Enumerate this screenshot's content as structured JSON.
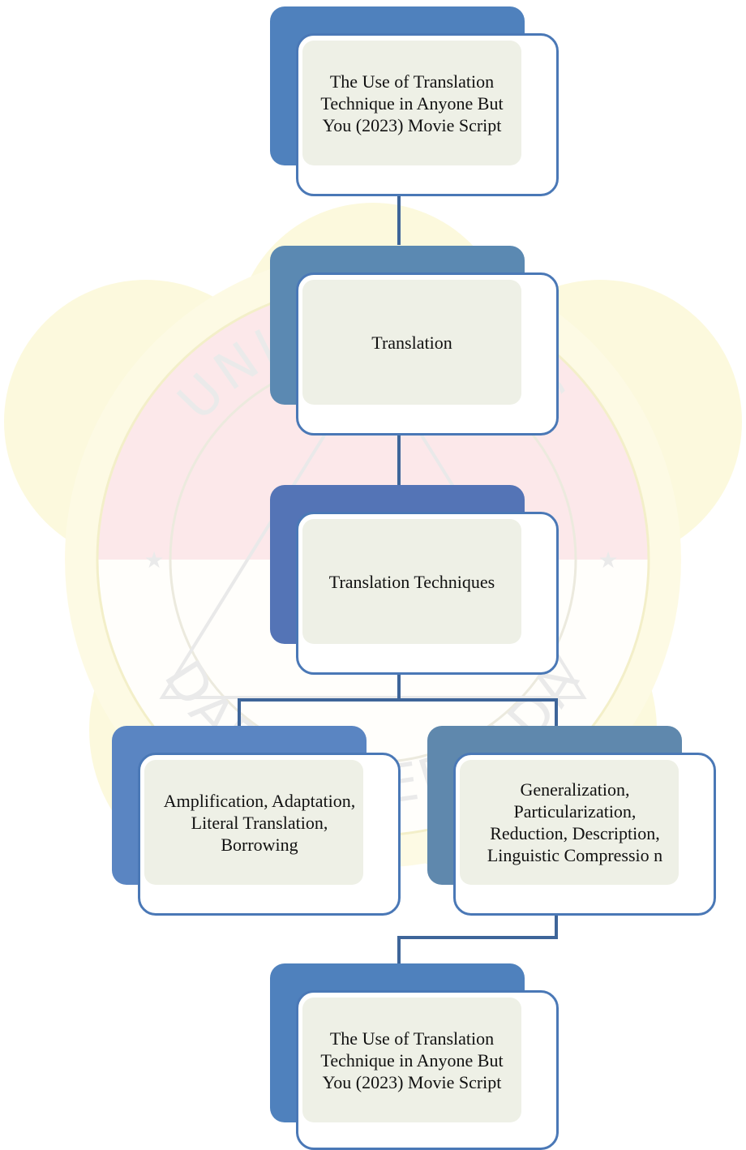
{
  "colors": {
    "box_border": "#4a78b6",
    "box_fill": "#eef0e6",
    "connector": "#3e6599",
    "back_panels": [
      "#4f81bd",
      "#5b89b2",
      "#5474b6",
      "#5a85c2",
      "#5f88ad",
      "#4f81bd"
    ]
  },
  "diagram": {
    "nodes": [
      {
        "id": "title-top",
        "text": "The Use of Translation\nTechnique in Anyone But\nYou (2023) Movie Script"
      },
      {
        "id": "translation",
        "text": "Translation"
      },
      {
        "id": "translation-techniques",
        "text": "Translation Techniques"
      },
      {
        "id": "techniques-left",
        "text": "Amplification, Adaptation,\nLiteral Translation,\nBorrowing"
      },
      {
        "id": "techniques-right",
        "text": "Generalization,\nParticularization,\nReduction, Description,\nLinguistic Compressio n"
      },
      {
        "id": "title-bottom",
        "text": "The Use of Translation\nTechnique in Anyone But\nYou (2023) Movie Script"
      }
    ],
    "edges": [
      {
        "from": "title-top",
        "to": "translation"
      },
      {
        "from": "translation",
        "to": "translation-techniques"
      },
      {
        "from": "translation-techniques",
        "to": "techniques-left"
      },
      {
        "from": "translation-techniques",
        "to": "techniques-right"
      },
      {
        "from": "techniques-right",
        "to": "title-bottom"
      }
    ]
  },
  "watermark": {
    "lettering": [
      "UNIVERSITAS",
      "DARMA PERSADA"
    ]
  }
}
